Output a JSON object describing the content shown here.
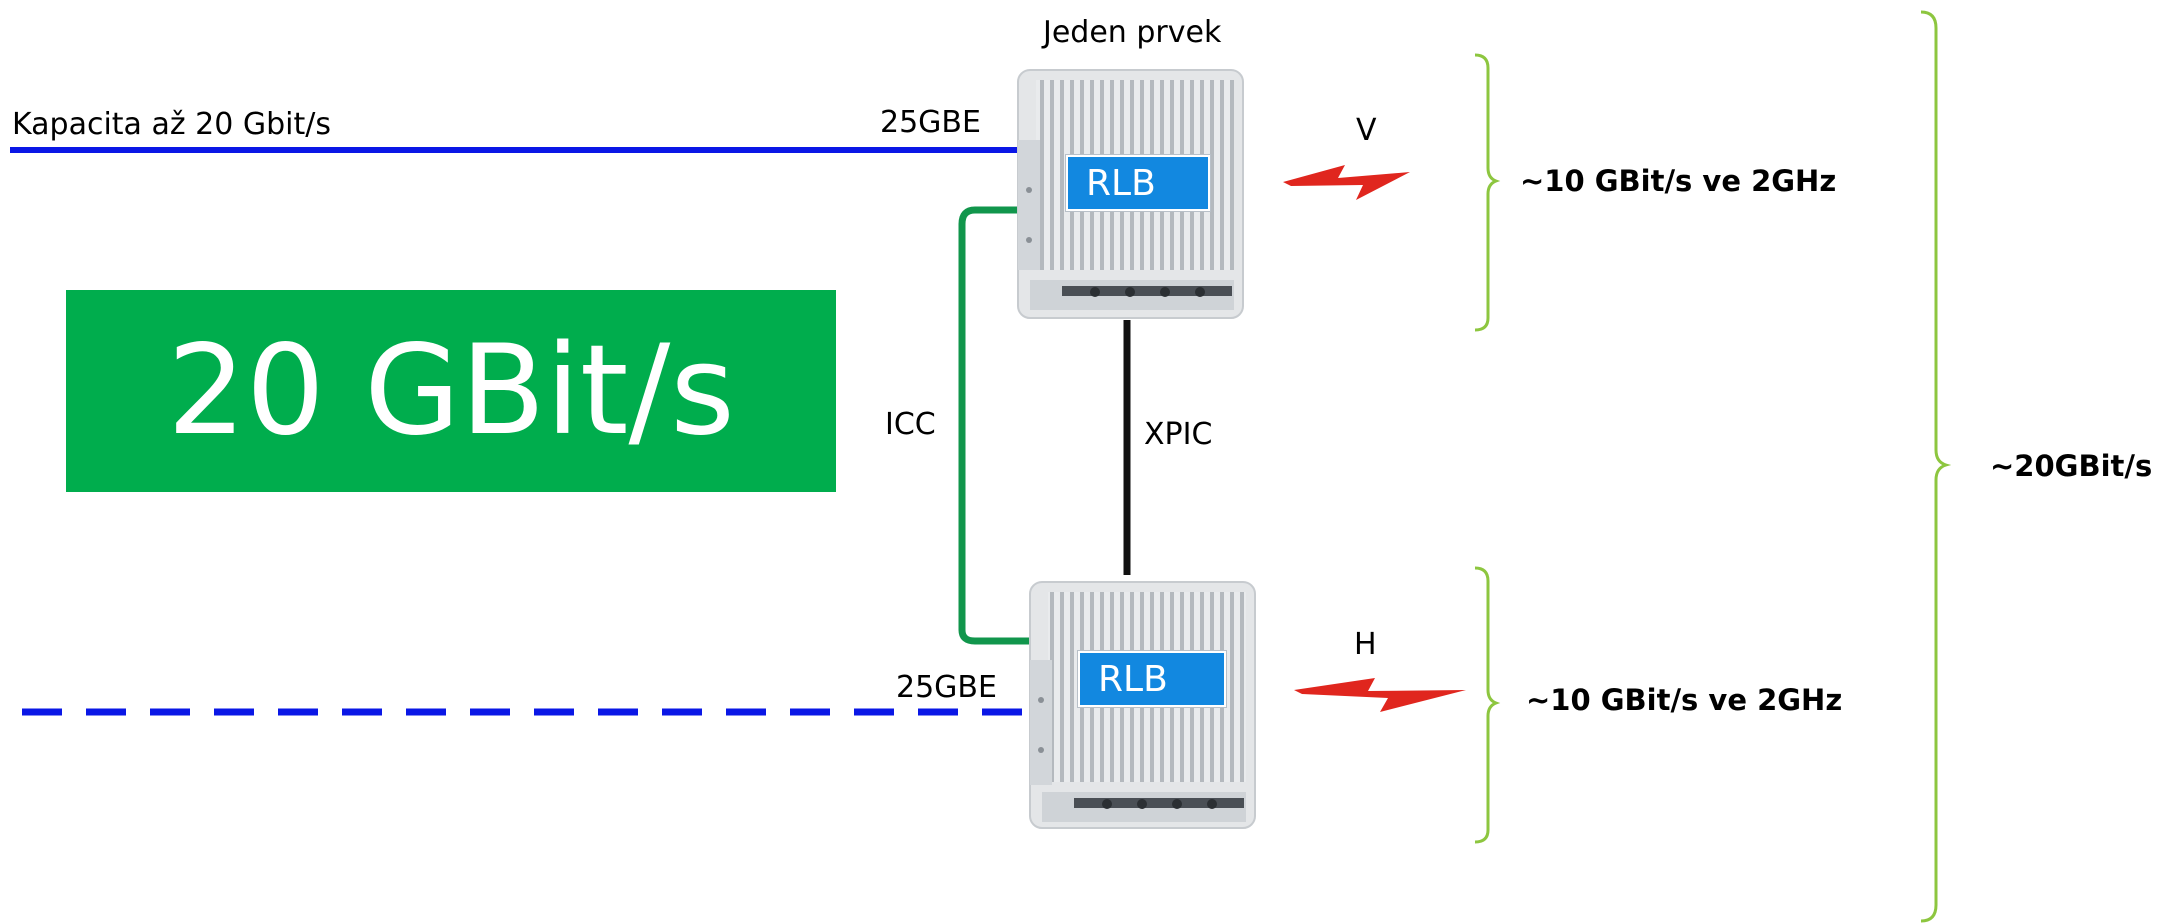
{
  "title": "Jeden prvek",
  "capacity_label": "Kapacita až 20 Gbit/s",
  "big_box": {
    "text": "20 GBit/s",
    "color": "#00ad4d"
  },
  "units": [
    {
      "id": "top",
      "rlb": "RLB",
      "port": "25GBE",
      "polarization": "V",
      "rate": "~10 GBit/s ve 2GHz"
    },
    {
      "id": "bottom",
      "rlb": "RLB",
      "port": "25GBE",
      "polarization": "H",
      "rate": "~10 GBit/s ve 2GHz"
    }
  ],
  "links": {
    "icc": "ICC",
    "xpic": "XPIC"
  },
  "total_rate": "~20GBit/s",
  "colors": {
    "ethernet_line": "#0a17e6",
    "icc_cable": "#11964c",
    "xpic_cable": "#111111",
    "brace": "#8dc63f",
    "radio_bolt": "#e0261e",
    "rlb_box": "#1288e0"
  }
}
